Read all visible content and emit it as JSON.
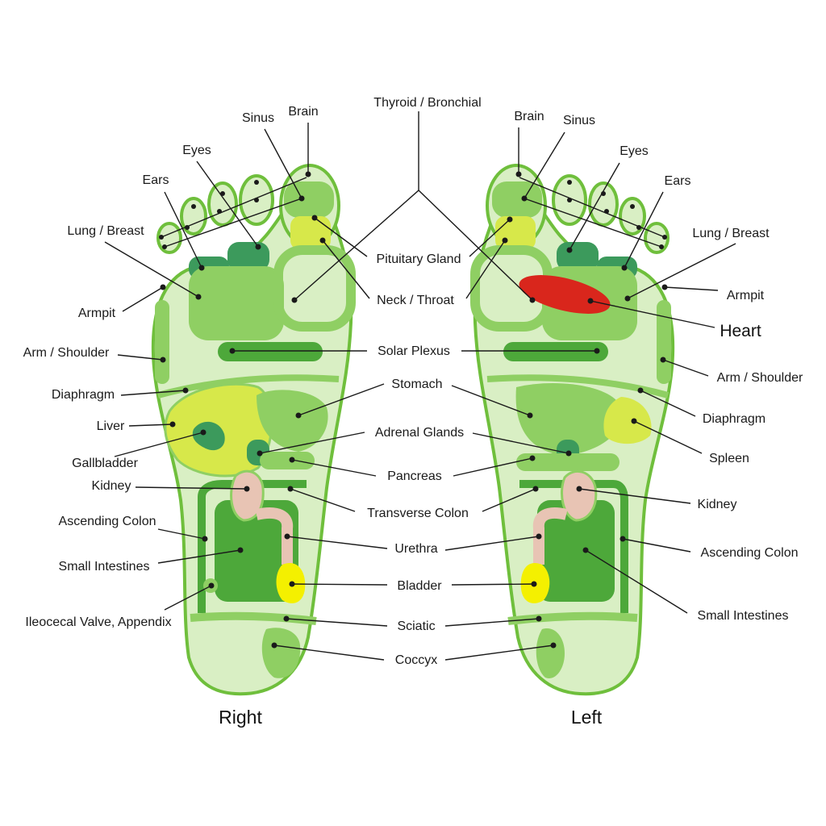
{
  "colors": {
    "foot_fill": "#d9efc4",
    "foot_outline": "#6fbf3c",
    "zone_mid": "#8fcf63",
    "zone_dark": "#4da83a",
    "zone_teal": "#3c9a5c",
    "zone_yellow": "#d7e84a",
    "zone_bright_yellow": "#f4f000",
    "zone_pink": "#e8c4b4",
    "zone_red": "#d9261c",
    "leader": "#1a1a1a"
  },
  "feet": {
    "right": {
      "title": "Right"
    },
    "left": {
      "title": "Left"
    }
  },
  "labels": {
    "thyroid": "Thyroid / Bronchial",
    "pituitary": "Pituitary Gland",
    "neck_throat": "Neck / Throat",
    "solar_plexus": "Solar Plexus",
    "stomach": "Stomach",
    "adrenal": "Adrenal Glands",
    "pancreas": "Pancreas",
    "transverse_colon": "Transverse Colon",
    "urethra": "Urethra",
    "bladder": "Bladder",
    "sciatic": "Sciatic",
    "coccyx": "Coccyx",
    "right_sinus": "Sinus",
    "right_brain": "Brain",
    "right_eyes": "Eyes",
    "right_ears": "Ears",
    "right_lung": "Lung / Breast",
    "right_armpit": "Armpit",
    "right_arm": "Arm / Shoulder",
    "right_diaphragm": "Diaphragm",
    "right_liver": "Liver",
    "right_gallbladder": "Gallbladder",
    "right_kidney": "Kidney",
    "right_ascending": "Ascending Colon",
    "right_small_int": "Small Intestines",
    "right_ileocecal": "Ileocecal Valve, Appendix",
    "left_brain": "Brain",
    "left_sinus": "Sinus",
    "left_eyes": "Eyes",
    "left_ears": "Ears",
    "left_lung": "Lung / Breast",
    "left_armpit": "Armpit",
    "left_heart": "Heart",
    "left_arm": "Arm / Shoulder",
    "left_diaphragm": "Diaphragm",
    "left_spleen": "Spleen",
    "left_kidney": "Kidney",
    "left_ascending": "Ascending Colon",
    "left_small_int": "Small Intestines"
  }
}
